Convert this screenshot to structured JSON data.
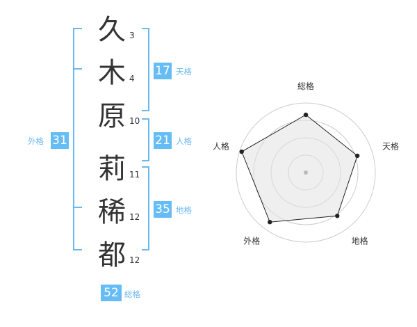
{
  "name": {
    "chars": [
      {
        "char": "久",
        "strokes": "3"
      },
      {
        "char": "木",
        "strokes": "4"
      },
      {
        "char": "原",
        "strokes": "10"
      },
      {
        "char": "莉",
        "strokes": "11"
      },
      {
        "char": "稀",
        "strokes": "12"
      },
      {
        "char": "都",
        "strokes": "12"
      }
    ]
  },
  "fortune": {
    "tenkaku": {
      "value": "17",
      "label": "天格"
    },
    "jinkaku": {
      "value": "21",
      "label": "人格"
    },
    "chikaku": {
      "value": "35",
      "label": "地格"
    },
    "gaikaku": {
      "value": "31",
      "label": "外格"
    },
    "soukaku": {
      "value": "52",
      "label": "総格"
    }
  },
  "chart_data": {
    "type": "radar",
    "axes": [
      "総格",
      "天格",
      "地格",
      "外格",
      "人格"
    ],
    "values": [
      0.83,
      0.78,
      0.77,
      0.88,
      0.97
    ],
    "rings": 4,
    "colors": {
      "fill": "#f0f0f0",
      "line": "#222222",
      "ring": "#cccccc",
      "accent": "#66bdf5"
    }
  }
}
